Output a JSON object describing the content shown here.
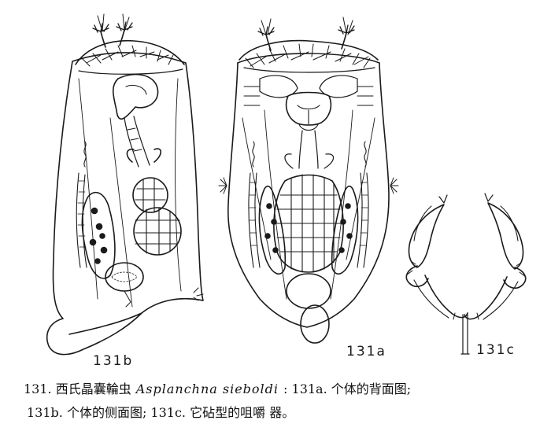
{
  "figure_labels": {
    "b": "131b",
    "a": "131a",
    "c": "131c"
  },
  "caption": {
    "line1_prefix": "131. 西氏晶囊輪虫",
    "line1_species": "Asplanchna sieboldi",
    "line1_suffix": ": 131a. 个体的背面图;",
    "line2": "131b. 个体的侧面图; 131c. 它砧型的咀嚼 器。"
  },
  "colors": {
    "ink": "#111111",
    "paper": "#ffffff"
  }
}
